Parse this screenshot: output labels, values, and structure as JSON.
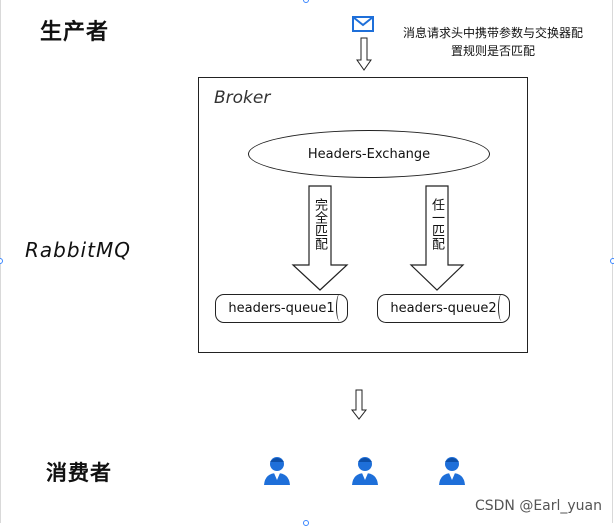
{
  "labels": {
    "producer": "生产者",
    "rabbitmq": "RabbitMQ",
    "consumer": "消费者"
  },
  "note": {
    "line1": "消息请求头中携带参数与交换器配",
    "line2": "置规则是否匹配"
  },
  "broker": {
    "title": "Broker",
    "exchange": "Headers-Exchange",
    "route_full": "完全匹配",
    "route_any": "任一匹配",
    "queues": [
      "headers-queue1",
      "headers-queue2"
    ]
  },
  "icons": {
    "message": "envelope-icon",
    "consumer": "user-icon"
  },
  "colors": {
    "accent": "#1e6fd9",
    "line": "#222222"
  },
  "watermark": "CSDN @Earl_yuan"
}
